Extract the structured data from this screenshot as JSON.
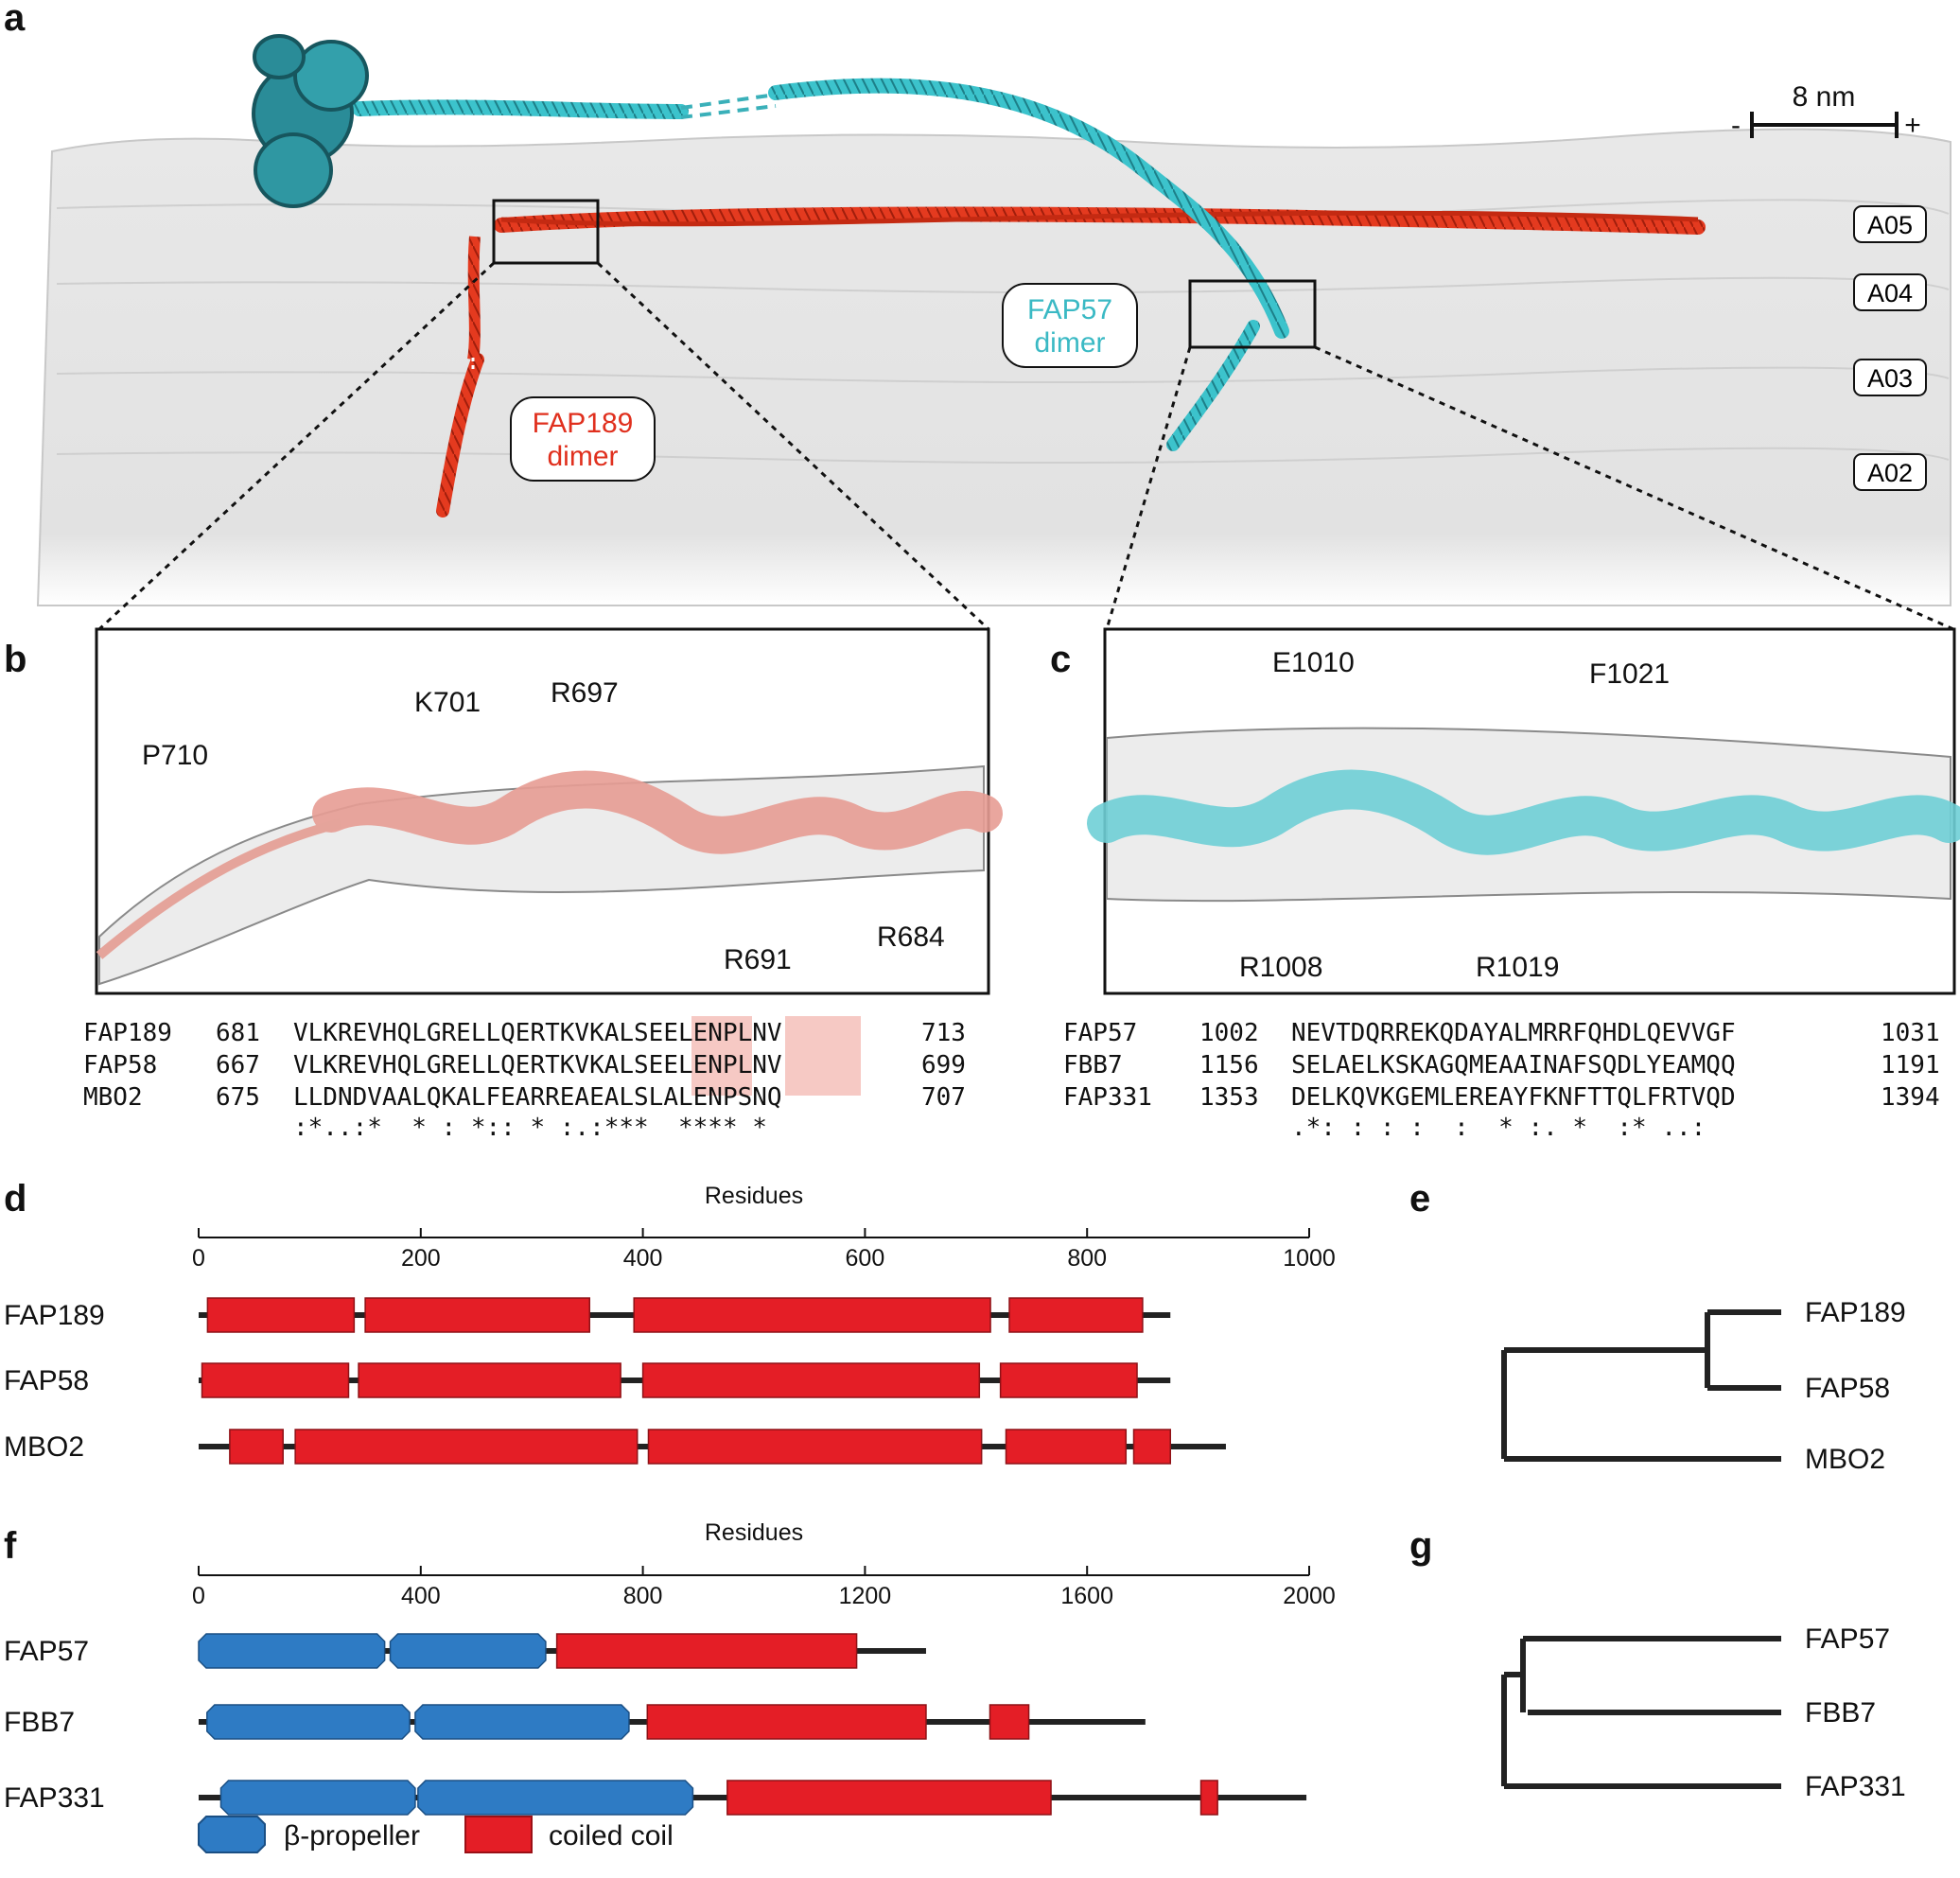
{
  "panels": {
    "a": "a",
    "b": "b",
    "c": "c",
    "d": "d",
    "e": "e",
    "f": "f",
    "g": "g"
  },
  "panel_a": {
    "scale_bar": {
      "label": "8 nm",
      "minus": "-",
      "plus": "+"
    },
    "layers": [
      "A05",
      "A04",
      "A03",
      "A02"
    ],
    "fap57_label": [
      "FAP57",
      "dimer"
    ],
    "fap189_label": [
      "FAP189",
      "dimer"
    ],
    "colors": {
      "fap57": "#3cc3cc",
      "fap189": "#e43a1f",
      "microtubule": "#d9d9d9"
    }
  },
  "panel_b": {
    "residues": [
      "P710",
      "K701",
      "R697",
      "R691",
      "R684"
    ],
    "helix_color": "#e79c93",
    "alignment": {
      "rows": [
        {
          "name": "FAP189",
          "start": "681",
          "seq": "VLKREVHQLGRELLQERTKVKALSEELENPLNV",
          "end": "713"
        },
        {
          "name": "FAP58",
          "start": "667",
          "seq": "VLKREVHQLGRELLQERTKVKALSEELENPLNV",
          "end": "699"
        },
        {
          "name": "MBO2",
          "start": "675",
          "seq": "LLDNDVAALQKALFEARREAEALSLALENPSNQ",
          "end": "707"
        }
      ],
      "consensus": ":*..:*  * : *:: * :.:***  **** *"
    }
  },
  "panel_c": {
    "residues": [
      "E1010",
      "F1021",
      "R1008",
      "R1019"
    ],
    "helix_color": "#6fcfd6",
    "alignment": {
      "rows": [
        {
          "name": "FAP57",
          "start": "1002",
          "seq": "NEVTDQRREKQDAYALMRRFQHDLQEVVGF",
          "end": "1031"
        },
        {
          "name": "FBB7",
          "start": "1156",
          "seq": "SELAELKSKAGQMEAAINAFSQDLYEAMQQ",
          "end": "1191"
        },
        {
          "name": "FAP331",
          "start": "1353",
          "seq": "DELKQVKGEMLEREAYFKNFTTQLFRTVQD",
          "end": "1394"
        }
      ],
      "consensus": ".*: : : :  :  * :. *  :* ..:"
    }
  },
  "chart_data": [
    {
      "type": "domain-architecture",
      "panel": "d",
      "xlabel": "Residues",
      "xlim": [
        0,
        1000
      ],
      "ticks": [
        0,
        200,
        400,
        600,
        800,
        1000
      ],
      "proteins": [
        {
          "name": "FAP189",
          "length": 875,
          "domains": [
            {
              "type": "coiled coil",
              "start": 8,
              "end": 140
            },
            {
              "type": "coiled coil",
              "start": 150,
              "end": 352
            },
            {
              "type": "coiled coil",
              "start": 392,
              "end": 713
            },
            {
              "type": "coiled coil",
              "start": 730,
              "end": 850
            }
          ]
        },
        {
          "name": "FAP58",
          "length": 875,
          "domains": [
            {
              "type": "coiled coil",
              "start": 3,
              "end": 135
            },
            {
              "type": "coiled coil",
              "start": 144,
              "end": 380
            },
            {
              "type": "coiled coil",
              "start": 400,
              "end": 703
            },
            {
              "type": "coiled coil",
              "start": 722,
              "end": 845
            }
          ]
        },
        {
          "name": "MBO2",
          "length": 925,
          "domains": [
            {
              "type": "coiled coil",
              "start": 28,
              "end": 76
            },
            {
              "type": "coiled coil",
              "start": 87,
              "end": 395
            },
            {
              "type": "coiled coil",
              "start": 405,
              "end": 705
            },
            {
              "type": "coiled coil",
              "start": 727,
              "end": 835
            },
            {
              "type": "coiled coil",
              "start": 842,
              "end": 875
            }
          ]
        }
      ]
    },
    {
      "type": "domain-architecture",
      "panel": "f",
      "xlabel": "Residues",
      "xlim": [
        0,
        2000
      ],
      "ticks": [
        0,
        400,
        800,
        1200,
        1600,
        2000
      ],
      "proteins": [
        {
          "name": "FAP57",
          "length": 1310,
          "domains": [
            {
              "type": "β-propeller",
              "start": 0,
              "end": 335
            },
            {
              "type": "β-propeller",
              "start": 345,
              "end": 625
            },
            {
              "type": "coiled coil",
              "start": 645,
              "end": 1185
            }
          ]
        },
        {
          "name": "FBB7",
          "length": 1705,
          "domains": [
            {
              "type": "β-propeller",
              "start": 15,
              "end": 380
            },
            {
              "type": "β-propeller",
              "start": 390,
              "end": 775
            },
            {
              "type": "coiled coil",
              "start": 808,
              "end": 1310
            },
            {
              "type": "coiled coil",
              "start": 1425,
              "end": 1495
            }
          ]
        },
        {
          "name": "FAP331",
          "length": 1995,
          "domains": [
            {
              "type": "β-propeller",
              "start": 40,
              "end": 390
            },
            {
              "type": "β-propeller",
              "start": 395,
              "end": 890
            },
            {
              "type": "coiled coil",
              "start": 952,
              "end": 1535
            },
            {
              "type": "coiled coil",
              "start": 1805,
              "end": 1835
            }
          ]
        }
      ]
    }
  ],
  "legend": {
    "propeller": "β-propeller",
    "coil": "coiled coil",
    "propeller_color": "#2e7bc4",
    "coil_color": "#e41e26"
  },
  "tree_e": {
    "leaves": [
      "FAP189",
      "FAP58",
      "MBO2"
    ]
  },
  "tree_g": {
    "leaves": [
      "FAP57",
      "FBB7",
      "FAP331"
    ]
  }
}
